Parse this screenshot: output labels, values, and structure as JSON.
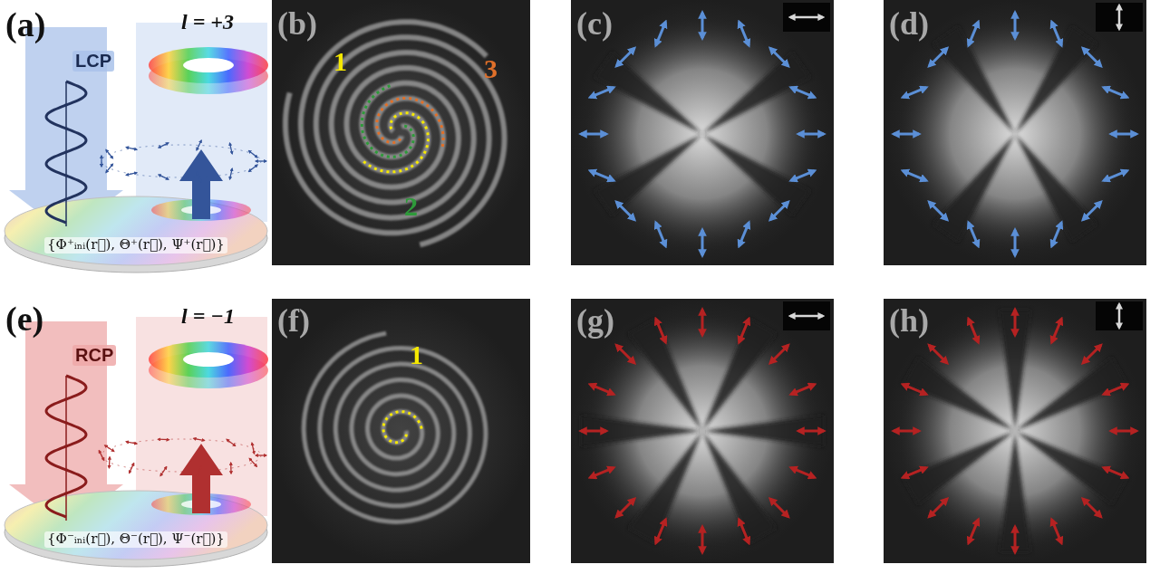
{
  "diagram": {
    "labels": [
      "(a)",
      "LCP",
      "l = +3",
      "{Φ⁺ᵢₙᵢ(r⃗), Θ⁺(r⃗), Ψ⁺(r⃗)}",
      "(b)",
      "1",
      "2",
      "3",
      "(c)",
      "(d)",
      "(e)",
      "RCP",
      "l = −1",
      "{Φ⁻ᵢₙᵢ(r⃗), Θ⁻(r⃗), Ψ⁻(r⃗)}",
      "(f)",
      "1",
      "(g)",
      "(h)"
    ]
  }
}
